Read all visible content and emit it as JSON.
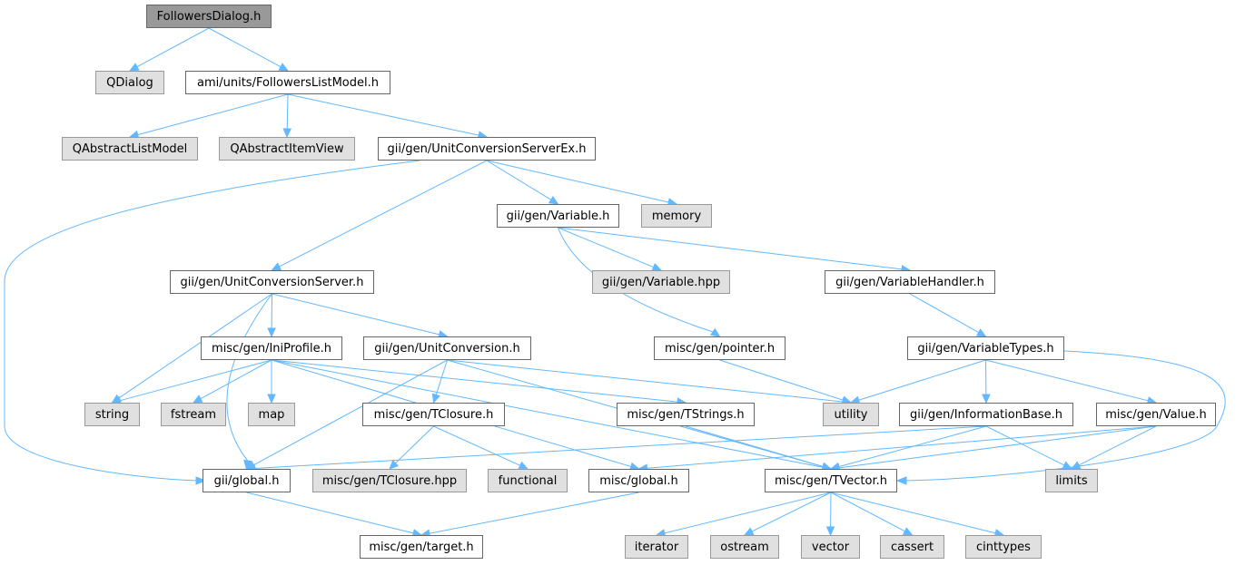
{
  "diagram": {
    "type": "include-dependency-graph",
    "colors": {
      "edge": "#63b8ff",
      "root_fill": "#999999",
      "local_fill": "#ffffff",
      "system_fill": "#e0e0e0",
      "border": "#666666"
    },
    "nodes": [
      {
        "id": "followersdialog",
        "label": "FollowersDialog.h",
        "kind": "root"
      },
      {
        "id": "qdialog",
        "label": "QDialog",
        "kind": "system"
      },
      {
        "id": "followerslistmodel",
        "label": "ami/units/FollowersListModel.h",
        "kind": "local"
      },
      {
        "id": "qabstractlistmodel",
        "label": "QAbstractListModel",
        "kind": "system"
      },
      {
        "id": "qabstractitemview",
        "label": "QAbstractItemView",
        "kind": "system"
      },
      {
        "id": "unitconversionserverex",
        "label": "gii/gen/UnitConversionServerEx.h",
        "kind": "local"
      },
      {
        "id": "variable",
        "label": "gii/gen/Variable.h",
        "kind": "local"
      },
      {
        "id": "memory",
        "label": "memory",
        "kind": "system"
      },
      {
        "id": "unitconversionserver",
        "label": "gii/gen/UnitConversionServer.h",
        "kind": "local"
      },
      {
        "id": "variablehpp",
        "label": "gii/gen/Variable.hpp",
        "kind": "system"
      },
      {
        "id": "variablehandler",
        "label": "gii/gen/VariableHandler.h",
        "kind": "local"
      },
      {
        "id": "iniprofile",
        "label": "misc/gen/IniProfile.h",
        "kind": "local"
      },
      {
        "id": "unitconversion",
        "label": "gii/gen/UnitConversion.h",
        "kind": "local"
      },
      {
        "id": "pointer",
        "label": "misc/gen/pointer.h",
        "kind": "local"
      },
      {
        "id": "variabletypes",
        "label": "gii/gen/VariableTypes.h",
        "kind": "local"
      },
      {
        "id": "string",
        "label": "string",
        "kind": "system"
      },
      {
        "id": "fstream",
        "label": "fstream",
        "kind": "system"
      },
      {
        "id": "map",
        "label": "map",
        "kind": "system"
      },
      {
        "id": "tclosure",
        "label": "misc/gen/TClosure.h",
        "kind": "local"
      },
      {
        "id": "tstrings",
        "label": "misc/gen/TStrings.h",
        "kind": "local"
      },
      {
        "id": "utility",
        "label": "utility",
        "kind": "system"
      },
      {
        "id": "informationbase",
        "label": "gii/gen/InformationBase.h",
        "kind": "local"
      },
      {
        "id": "value",
        "label": "misc/gen/Value.h",
        "kind": "local"
      },
      {
        "id": "giiglobal",
        "label": "gii/global.h",
        "kind": "local"
      },
      {
        "id": "tclosurehpp",
        "label": "misc/gen/TClosure.hpp",
        "kind": "system"
      },
      {
        "id": "functional",
        "label": "functional",
        "kind": "system"
      },
      {
        "id": "miscglobal",
        "label": "misc/global.h",
        "kind": "local"
      },
      {
        "id": "tvector",
        "label": "misc/gen/TVector.h",
        "kind": "local"
      },
      {
        "id": "limits",
        "label": "limits",
        "kind": "system"
      },
      {
        "id": "target",
        "label": "misc/gen/target.h",
        "kind": "local"
      },
      {
        "id": "iterator",
        "label": "iterator",
        "kind": "system"
      },
      {
        "id": "ostream",
        "label": "ostream",
        "kind": "system"
      },
      {
        "id": "vector",
        "label": "vector",
        "kind": "system"
      },
      {
        "id": "cassert",
        "label": "cassert",
        "kind": "system"
      },
      {
        "id": "cinttypes",
        "label": "cinttypes",
        "kind": "system"
      }
    ],
    "edges": [
      [
        "followersdialog",
        "qdialog"
      ],
      [
        "followersdialog",
        "followerslistmodel"
      ],
      [
        "followerslistmodel",
        "qabstractlistmodel"
      ],
      [
        "followerslistmodel",
        "qabstractitemview"
      ],
      [
        "followerslistmodel",
        "unitconversionserverex"
      ],
      [
        "unitconversionserverex",
        "giiglobal"
      ],
      [
        "unitconversionserverex",
        "unitconversionserver"
      ],
      [
        "unitconversionserverex",
        "variable"
      ],
      [
        "unitconversionserverex",
        "memory"
      ],
      [
        "variable",
        "variablehpp"
      ],
      [
        "variable",
        "variablehandler"
      ],
      [
        "variable",
        "pointer"
      ],
      [
        "variablehandler",
        "variabletypes"
      ],
      [
        "unitconversionserver",
        "string"
      ],
      [
        "unitconversionserver",
        "giiglobal"
      ],
      [
        "unitconversionserver",
        "iniprofile"
      ],
      [
        "unitconversionserver",
        "unitconversion"
      ],
      [
        "iniprofile",
        "string"
      ],
      [
        "iniprofile",
        "fstream"
      ],
      [
        "iniprofile",
        "map"
      ],
      [
        "iniprofile",
        "tstrings"
      ],
      [
        "iniprofile",
        "miscglobal"
      ],
      [
        "iniprofile",
        "tvector"
      ],
      [
        "unitconversion",
        "giiglobal"
      ],
      [
        "unitconversion",
        "tclosure"
      ],
      [
        "unitconversion",
        "utility"
      ],
      [
        "unitconversion",
        "tvector"
      ],
      [
        "pointer",
        "utility"
      ],
      [
        "variabletypes",
        "utility"
      ],
      [
        "variabletypes",
        "informationbase"
      ],
      [
        "variabletypes",
        "value"
      ],
      [
        "variabletypes",
        "tvector"
      ],
      [
        "tclosure",
        "tclosurehpp"
      ],
      [
        "tclosure",
        "functional"
      ],
      [
        "tstrings",
        "tvector"
      ],
      [
        "informationbase",
        "giiglobal"
      ],
      [
        "informationbase",
        "tvector"
      ],
      [
        "informationbase",
        "limits"
      ],
      [
        "value",
        "miscglobal"
      ],
      [
        "value",
        "tvector"
      ],
      [
        "value",
        "limits"
      ],
      [
        "giiglobal",
        "target"
      ],
      [
        "miscglobal",
        "target"
      ],
      [
        "tvector",
        "iterator"
      ],
      [
        "tvector",
        "ostream"
      ],
      [
        "tvector",
        "vector"
      ],
      [
        "tvector",
        "cassert"
      ],
      [
        "tvector",
        "cinttypes"
      ]
    ]
  }
}
